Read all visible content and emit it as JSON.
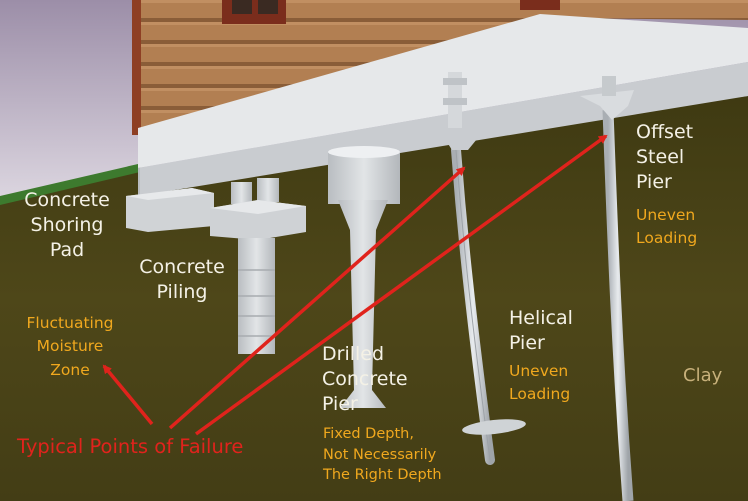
{
  "diagram": {
    "labels": {
      "shoring_pad": [
        "Concrete",
        "Shoring",
        "Pad"
      ],
      "piling": [
        "Concrete",
        "Piling"
      ],
      "drilled_pier": [
        "Drilled",
        "Concrete",
        "Pier"
      ],
      "drilled_pier_note": [
        "Fixed Depth,",
        "Not Necessarily",
        "The Right Depth"
      ],
      "helical_pier": [
        "Helical",
        "Pier"
      ],
      "helical_pier_note": [
        "Uneven",
        "Loading"
      ],
      "offset_pier": [
        "Offset",
        "Steel",
        "Pier"
      ],
      "offset_pier_note": [
        "Uneven",
        "Loading"
      ],
      "moisture_zone": [
        "Fluctuating",
        "Moisture",
        "Zone"
      ],
      "soil": "Clay",
      "failure_points": "Typical Points of Failure"
    },
    "colors": {
      "label_white": "#f4f1e6",
      "note_yellow": "#f0a81e",
      "arrow_red": "#e0231c",
      "soil": "#4e4719",
      "concrete": "#d4d7da"
    }
  }
}
